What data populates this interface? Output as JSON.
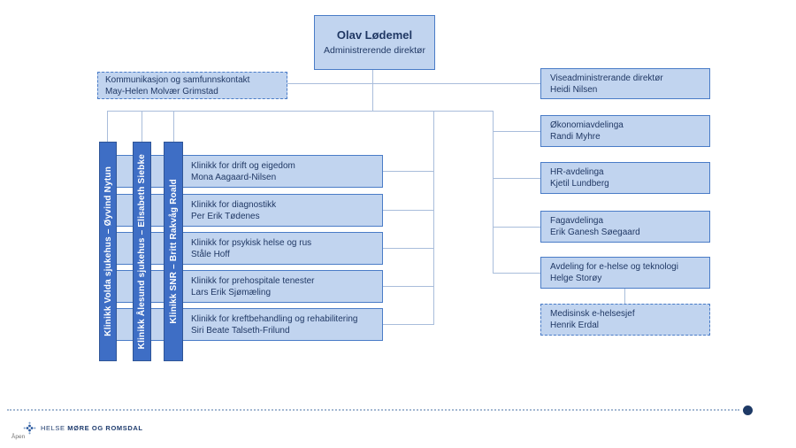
{
  "ceo": {
    "name": "Olav Lødemel",
    "title": "Administrerende direktør"
  },
  "staff": {
    "unit": "Kommunikasjon og samfunnskontakt",
    "leader": "May-Helen Molvær Grimstad"
  },
  "departments": [
    {
      "unit": "Viseadministrerande direktør",
      "leader": "Heidi Nilsen"
    },
    {
      "unit": "Økonomiavdelinga",
      "leader": "Randi Myhre"
    },
    {
      "unit": "HR-avdelinga",
      "leader": "Kjetil Lundberg"
    },
    {
      "unit": "Fagavdelinga",
      "leader": "Erik Ganesh Søegaard"
    },
    {
      "unit": "Avdeling for e-helse og teknologi",
      "leader": "Helge Storøy"
    },
    {
      "unit": "Medisinsk e-helsesjef",
      "leader": "Henrik Erdal"
    }
  ],
  "clinics": [
    {
      "unit": "Klinikk for drift og eigedom",
      "leader": "Mona Aagaard-Nilsen"
    },
    {
      "unit": "Klinikk for diagnostikk",
      "leader": "Per Erik Tødenes"
    },
    {
      "unit": "Klinikk for psykisk helse og rus",
      "leader": "Ståle Hoff"
    },
    {
      "unit": "Klinikk for prehospitale tenester",
      "leader": "Lars Erik Sjømæling"
    },
    {
      "unit": "Klinikk for kreftbehandling og rehabilitering",
      "leader": "Siri Beate Talseth-Frilund"
    }
  ],
  "clinic_bars": [
    {
      "label": "Klinikk Volda sjukehus – Øyvind Nytun"
    },
    {
      "label": "Klinikk Ålesund sjukehus – Elisabeth Siebke"
    },
    {
      "label": "Klinikk SNR – Britt Rakvåg Roald"
    }
  ],
  "footer": {
    "logo_prefix": "HELSE",
    "logo_name": "MØRE OG ROMSDAL",
    "classification": "Åpen"
  },
  "colors": {
    "box_fill": "#c1d4ef",
    "box_border": "#4a7cc7",
    "bar_fill": "#3e6ec5",
    "connector": "#a9bddb",
    "logo_navy": "#1f3c6e",
    "end_dot": "#1e3a66"
  }
}
